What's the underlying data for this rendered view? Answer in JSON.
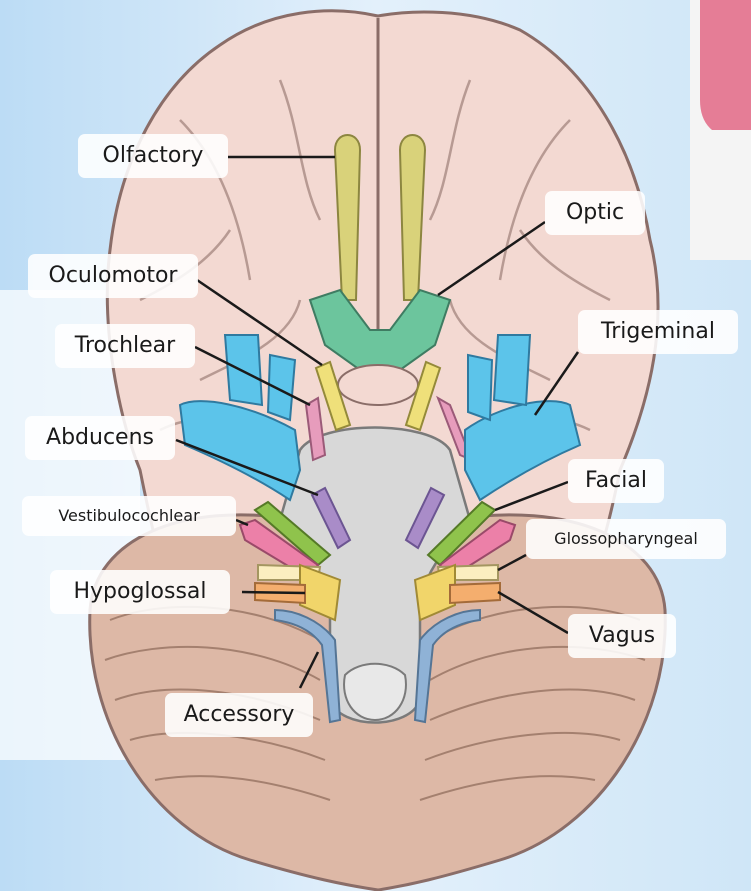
{
  "colors": {
    "background_blue": "#cfe6f7",
    "brain_fill": "#f3d9d2",
    "brain_stroke": "#8a6d68",
    "cerebellum": "#ddb8a6",
    "brainstem": "#d8d8d8",
    "olfactory": "#d9d27a",
    "optic": "#6cc59d",
    "oculomotor": "#efe07a",
    "trochlear": "#e79cbc",
    "trigeminal": "#5cc4ea",
    "abducens": "#a98cc8",
    "facial": "#8fc34c",
    "vestibulocochlear": "#ec80a8",
    "glossopharyngeal": "#fbeec0",
    "vagus": "#f4ae6e",
    "hypoglossal": "#f1d56a",
    "accessory": "#8fb2d6"
  },
  "labels": {
    "olfactory": "Olfactory",
    "optic": "Optic",
    "oculomotor": "Oculomotor",
    "trochlear": "Trochlear",
    "trigeminal": "Trigeminal",
    "abducens": "Abducens",
    "facial": "Facial",
    "vestibulocochlear": "Vestibulocochlear",
    "glossopharyngeal": "Glossopharyngeal",
    "hypoglossal": "Hypoglossal",
    "vagus": "Vagus",
    "accessory": "Accessory"
  }
}
